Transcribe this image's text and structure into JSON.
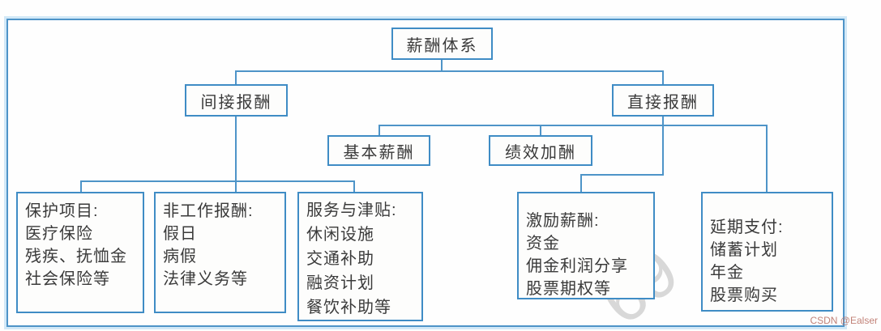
{
  "diagram": {
    "title_note": "compensation-system tree chart",
    "root": "薪酬体系",
    "level2": {
      "indirect": "间接报酬",
      "direct": "直接报酬"
    },
    "level3": {
      "base_pay": "基本薪酬",
      "merit_pay": "绩效加酬"
    },
    "leaves": [
      [
        "保护项目:",
        "医疗保险",
        "残疾、抚恤金",
        "社会保险等"
      ],
      [
        "非工作报酬:",
        "假日",
        "病假",
        "法律义务等"
      ],
      [
        "服务与津贴:",
        "休闲设施",
        "交通补助",
        "融资计划",
        "餐饮补助等"
      ],
      [
        "激励薪酬:",
        "资金",
        "佣金利润分享",
        "股票期权等"
      ],
      [
        "延期支付:",
        "储蓄计划",
        "年金",
        "股票购买"
      ]
    ]
  },
  "watermark": {
    "credit": "CSDN @Ealser",
    "faint_mark": "69"
  },
  "colors": {
    "line_blue": "#4e94c8",
    "box_border_blue": "#3f8cc5",
    "text": "#3a3a3a",
    "credit_red": "#ba7368"
  }
}
